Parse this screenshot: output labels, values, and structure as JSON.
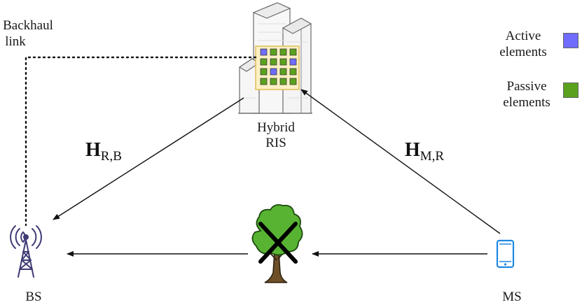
{
  "labels": {
    "backhaul_line1": "Backhaul",
    "backhaul_line2": "link",
    "bs": "BS",
    "ms": "MS",
    "ris_line1": "Hybrid",
    "ris_line2": "RIS"
  },
  "channels": {
    "h_rb": {
      "symbol": "H",
      "subscript": "R,B"
    },
    "h_mr": {
      "symbol": "H",
      "subscript": "M,R"
    }
  },
  "legend": [
    {
      "line1": "Active",
      "line2": "elements",
      "color": "#6f6cff"
    },
    {
      "line1": "Passive",
      "line2": "elements",
      "color": "#5aa21e"
    }
  ],
  "colors": {
    "arrow": "#111111",
    "building_fill": "#f5f5f5",
    "building_stroke": "#6b6b6b",
    "ris_panel": "#fdf0c3",
    "ris_panel_border": "#e2bd5a",
    "tower": "#3e3a74",
    "phone": "#1e88e5",
    "tree_foliage": "#58b333",
    "tree_trunk": "#6f4f28",
    "block_mark": "#000000"
  },
  "icons": {
    "bs": "antenna-tower-icon",
    "ms": "mobile-phone-icon",
    "blocker": "tree-icon",
    "ris": "building-icon"
  },
  "ris_grid": [
    [
      "active",
      "passive",
      "passive",
      "passive"
    ],
    [
      "passive",
      "passive",
      "passive",
      "active"
    ],
    [
      "passive",
      "active",
      "passive",
      "passive"
    ],
    [
      "passive",
      "passive",
      "passive",
      "passive"
    ]
  ]
}
